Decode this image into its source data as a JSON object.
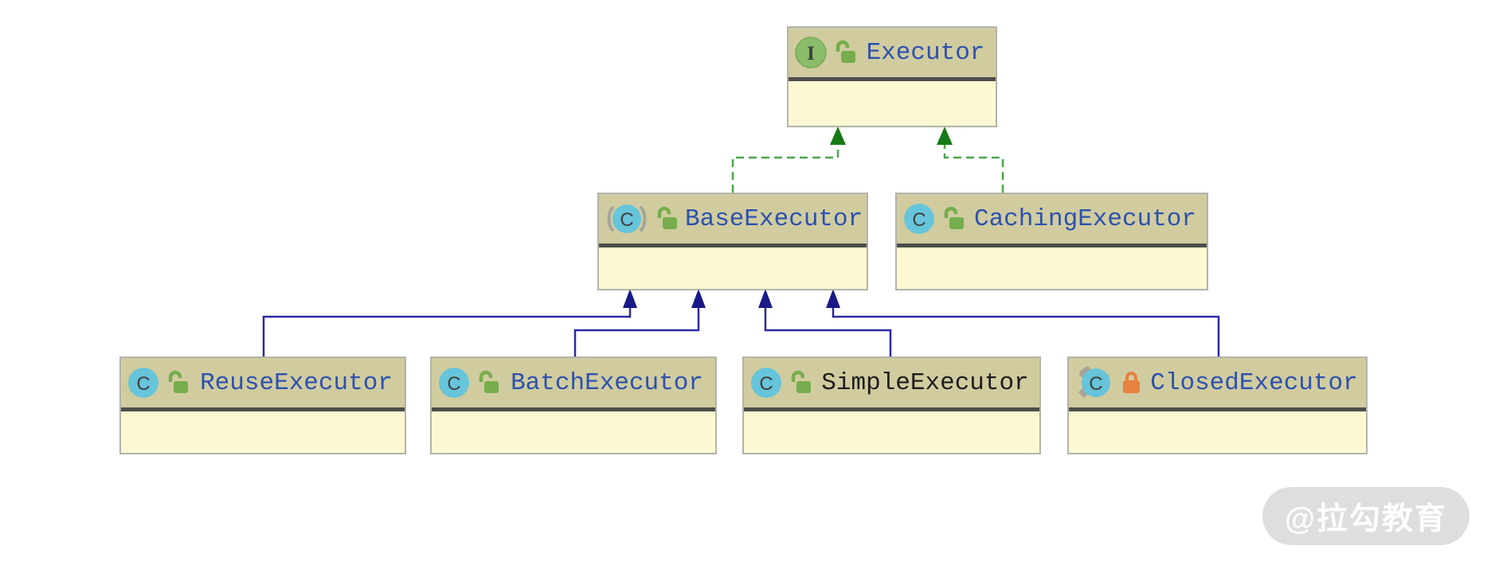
{
  "diagram_type": "uml-class-diagram",
  "nodes": {
    "executor": {
      "label": "Executor",
      "kind": "interface",
      "visibility": "public",
      "icons": [
        "interface-icon",
        "open-lock-icon"
      ]
    },
    "base_executor": {
      "label": "BaseExecutor",
      "kind": "abstract-class",
      "visibility": "public",
      "icons": [
        "abstract-class-icon",
        "open-lock-icon"
      ]
    },
    "caching_executor": {
      "label": "CachingExecutor",
      "kind": "class",
      "visibility": "public",
      "icons": [
        "class-icon",
        "open-lock-icon"
      ]
    },
    "reuse_executor": {
      "label": "ReuseExecutor",
      "kind": "class",
      "visibility": "public",
      "icons": [
        "class-icon",
        "open-lock-icon"
      ]
    },
    "batch_executor": {
      "label": "BatchExecutor",
      "kind": "class",
      "visibility": "public",
      "icons": [
        "class-icon",
        "open-lock-icon"
      ]
    },
    "simple_executor": {
      "label": "SimpleExecutor",
      "kind": "class",
      "visibility": "public",
      "icons": [
        "class-icon",
        "open-lock-icon"
      ],
      "highlighted": true
    },
    "closed_executor": {
      "label": "ClosedExecutor",
      "kind": "inner-class",
      "visibility": "private",
      "icons": [
        "inner-class-icon",
        "closed-lock-icon"
      ]
    }
  },
  "edges": [
    {
      "from": "BaseExecutor",
      "to": "Executor",
      "type": "implements",
      "style": "dashed-green"
    },
    {
      "from": "CachingExecutor",
      "to": "Executor",
      "type": "implements",
      "style": "dashed-green"
    },
    {
      "from": "ReuseExecutor",
      "to": "BaseExecutor",
      "type": "extends",
      "style": "solid-blue"
    },
    {
      "from": "BatchExecutor",
      "to": "BaseExecutor",
      "type": "extends",
      "style": "solid-blue"
    },
    {
      "from": "SimpleExecutor",
      "to": "BaseExecutor",
      "type": "extends",
      "style": "solid-blue"
    },
    {
      "from": "ClosedExecutor",
      "to": "BaseExecutor",
      "type": "extends",
      "style": "solid-blue"
    }
  ],
  "colors": {
    "node_header_bg": "#d0cc9f",
    "node_body_bg": "#fcf9d2",
    "node_label_blue": "#2d50ae",
    "node_label_dark": "#1c1c1c",
    "implements_edge_green": "#4ca64c",
    "implements_arrow_green": "#157a15",
    "extends_edge_blue": "#2a2aa0",
    "extends_arrow_blue": "#191988",
    "interface_icon_green": "#8abc6a",
    "class_icon_teal": "#66c5da",
    "open_lock_green": "#76ad4d",
    "closed_lock_orange": "#e8803f"
  },
  "watermark": {
    "text": "@拉勾教育"
  }
}
